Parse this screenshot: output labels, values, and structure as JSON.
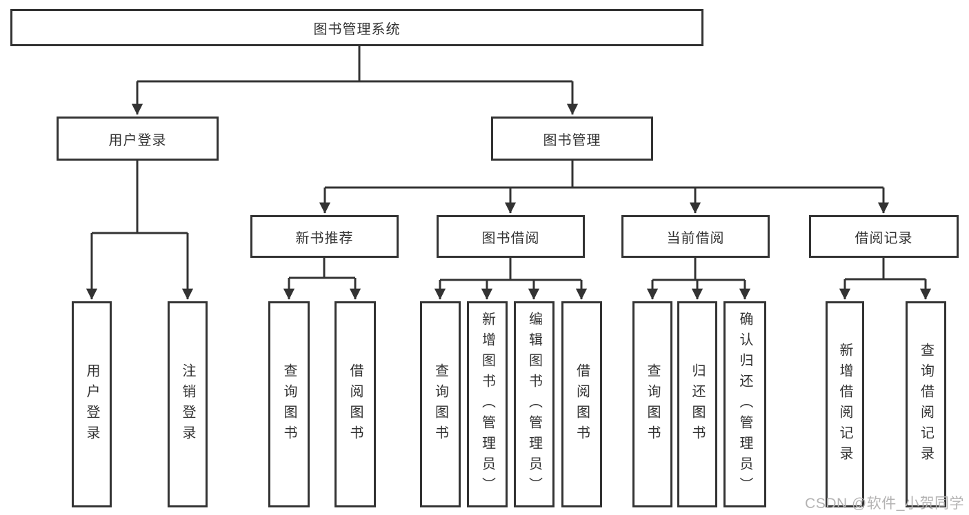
{
  "diagram": {
    "root": {
      "label": "图书管理系统"
    },
    "level2": [
      {
        "id": "user-login",
        "label": "用户登录"
      },
      {
        "id": "book-management",
        "label": "图书管理"
      }
    ],
    "level3": [
      {
        "id": "new-book-recommend",
        "label": "新书推荐"
      },
      {
        "id": "book-borrowing",
        "label": "图书借阅"
      },
      {
        "id": "current-borrowing",
        "label": "当前借阅"
      },
      {
        "id": "borrowing-records",
        "label": "借阅记录"
      }
    ],
    "leaves": {
      "user_login": [
        {
          "label": "用户登录"
        },
        {
          "label": "注销登录"
        }
      ],
      "new_book_recommend": [
        {
          "label": "查询图书"
        },
        {
          "label": "借阅图书"
        }
      ],
      "book_borrowing": [
        {
          "label": "查询图书"
        },
        {
          "label": "新增图书（管理员）"
        },
        {
          "label": "编辑图书（管理员）"
        },
        {
          "label": "借阅图书"
        }
      ],
      "current_borrowing": [
        {
          "label": "查询图书"
        },
        {
          "label": "归还图书"
        },
        {
          "label": "确认归还（管理员）"
        }
      ],
      "borrowing_records": [
        {
          "label": "新增借阅记录"
        },
        {
          "label": "查询借阅记录"
        }
      ]
    }
  },
  "watermark": {
    "text": "CSDN @软件_小贺同学",
    "color": "#b4b3b3"
  },
  "colors": {
    "line": "#333333",
    "box_border": "#333333",
    "text": "#333333",
    "background": "#ffffff"
  }
}
